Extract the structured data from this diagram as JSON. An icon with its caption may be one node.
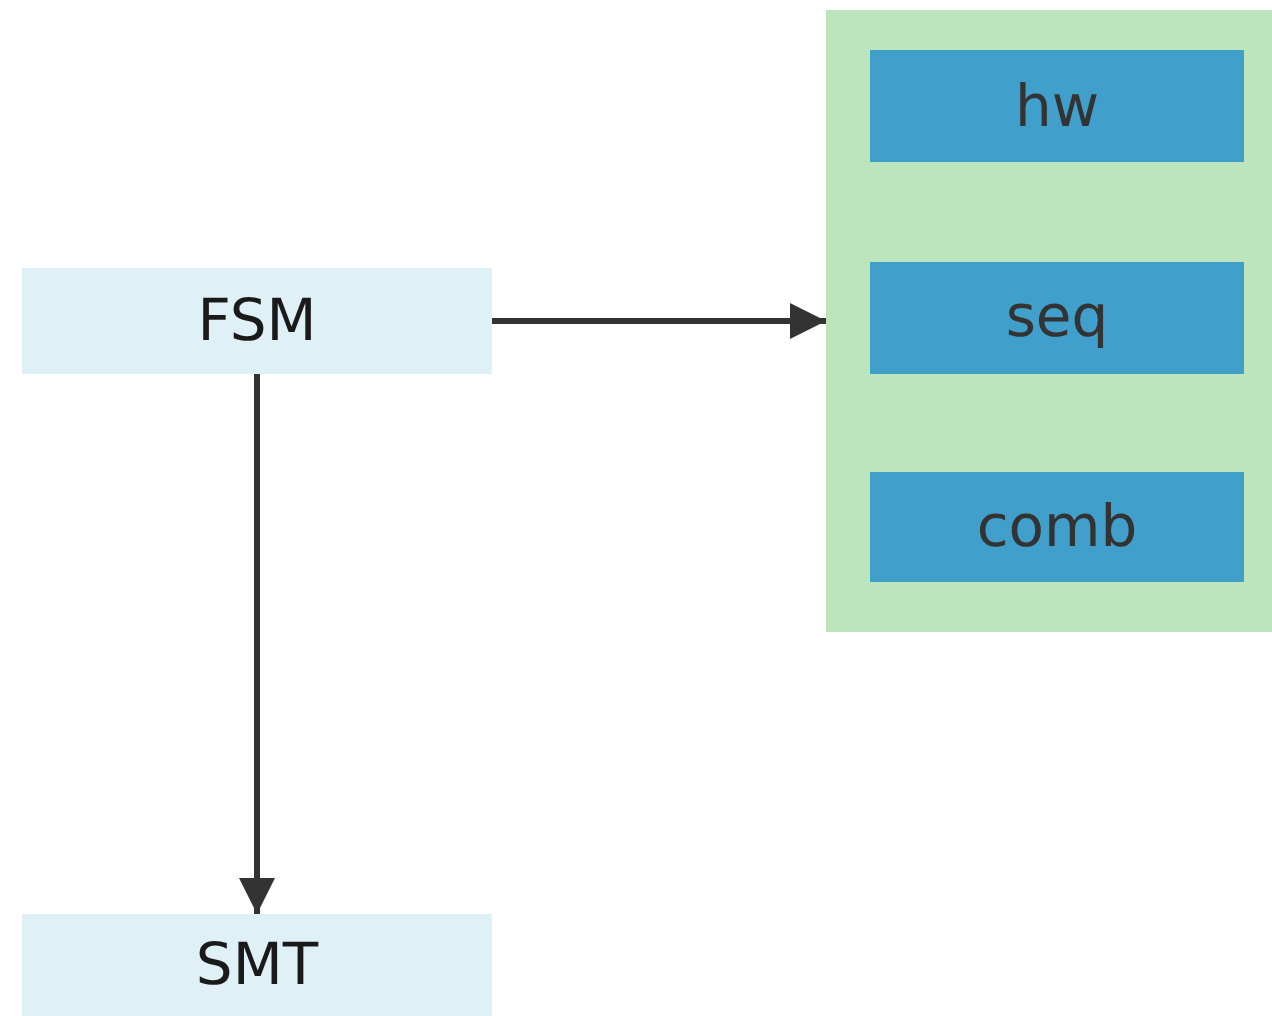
{
  "diagram": {
    "nodes": [
      {
        "text": [
          "FSM"
        ]
      },
      {
        "text": [],
        "shape": "box"
      },
      {
        "text": [
          "hw"
        ],
        "in": 1
      },
      {
        "text": [
          "seq"
        ],
        "in": 1
      },
      {
        "text": [
          "comb"
        ],
        "in": 1
      },
      {
        "text": [
          "SMT"
        ]
      }
    ],
    "edges": [
      {
        "from": 0,
        "to": 1,
        "arrow": "to"
      },
      {
        "from": 0,
        "to": 5,
        "arrow": "to"
      }
    ]
  }
}
